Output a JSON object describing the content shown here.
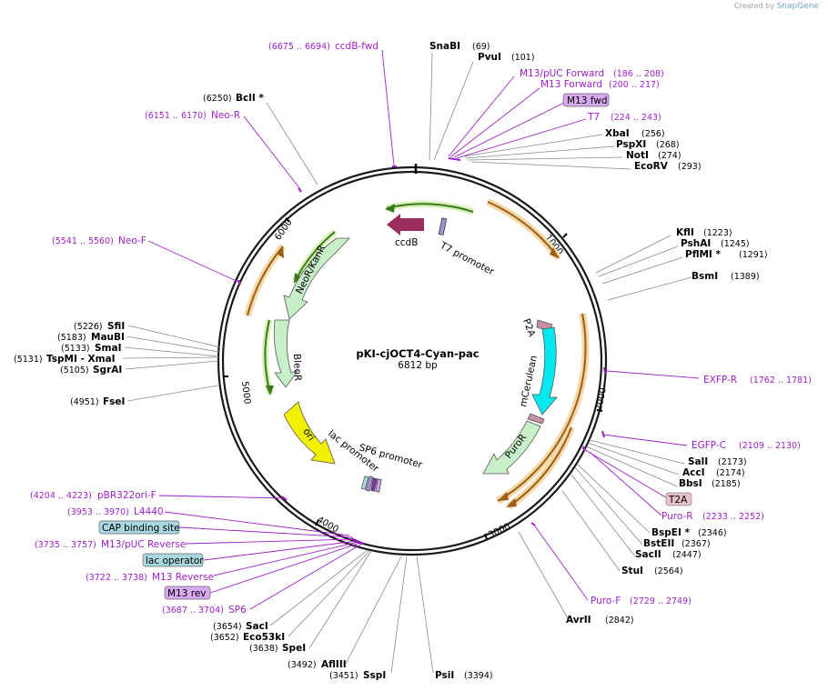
{
  "credit": {
    "prefix": "Created by",
    "brand": "SnapGene"
  },
  "plasmid": {
    "name": "pKI-cjOCT4-Cyan-pac",
    "size_label": "6812 bp",
    "length": 6812
  },
  "ticks": [
    "1000",
    "2000",
    "3000",
    "4000",
    "5000",
    "6000"
  ],
  "sites": [
    {
      "name": "SnaBI",
      "pos": "(69)"
    },
    {
      "name": "PvuI",
      "pos": "(101)"
    },
    {
      "name": "XbaI",
      "pos": "(256)"
    },
    {
      "name": "PspXI",
      "pos": "(268)"
    },
    {
      "name": "NotI",
      "pos": "(274)"
    },
    {
      "name": "EcoRV",
      "pos": "(293)"
    },
    {
      "name": "KflI",
      "pos": "(1223)"
    },
    {
      "name": "PshAI",
      "pos": "(1245)"
    },
    {
      "name": "PflMI *",
      "pos": "(1291)"
    },
    {
      "name": "BsmI",
      "pos": "(1389)"
    },
    {
      "name": "SalI",
      "pos": "(2173)"
    },
    {
      "name": "AccI",
      "pos": "(2174)"
    },
    {
      "name": "BbsI",
      "pos": "(2185)"
    },
    {
      "name": "BspEI *",
      "pos": "(2346)"
    },
    {
      "name": "BstEII",
      "pos": "(2367)"
    },
    {
      "name": "SacII",
      "pos": "(2447)"
    },
    {
      "name": "StuI",
      "pos": "(2564)"
    },
    {
      "name": "AvrII",
      "pos": "(2842)"
    },
    {
      "name": "PsiI",
      "pos": "(3394)"
    },
    {
      "name": "SspI",
      "pos": "(3451)"
    },
    {
      "name": "AflIII",
      "pos": "(3492)"
    },
    {
      "name": "SpeI",
      "pos": "(3638)"
    },
    {
      "name": "Eco53kI",
      "pos": "(3652)"
    },
    {
      "name": "SacI",
      "pos": "(3654)"
    },
    {
      "name": "FseI",
      "pos": "(4951)"
    },
    {
      "name": "SgrAI",
      "pos": "(5105)"
    },
    {
      "name": "TspMI - XmaI",
      "pos": "(5131)"
    },
    {
      "name": "SmaI",
      "pos": "(5133)"
    },
    {
      "name": "MauBI",
      "pos": "(5183)"
    },
    {
      "name": "SfiI",
      "pos": "(5226)"
    },
    {
      "name": "BclI *",
      "pos": "(6250)"
    }
  ],
  "primers": [
    {
      "name": "ccdB-fwd",
      "pos": "(6675 .. 6694)"
    },
    {
      "name": "M13/pUC Forward",
      "pos": "(186 .. 208)"
    },
    {
      "name": "M13 Forward",
      "pos": "(200 .. 217)"
    },
    {
      "name": "T7",
      "pos": "(224 .. 243)"
    },
    {
      "name": "EXFP-R",
      "pos": "(1762 .. 1781)"
    },
    {
      "name": "EGFP-C",
      "pos": "(2109 .. 2130)"
    },
    {
      "name": "Puro-R",
      "pos": "(2233 .. 2252)"
    },
    {
      "name": "Puro-F",
      "pos": "(2729 .. 2749)"
    },
    {
      "name": "SP6",
      "pos": "(3687 .. 3704)"
    },
    {
      "name": "M13 Reverse",
      "pos": "(3722 .. 3738)"
    },
    {
      "name": "M13/pUC Reverse",
      "pos": "(3735 .. 3757)"
    },
    {
      "name": "L4440",
      "pos": "(3953 .. 3970)"
    },
    {
      "name": "pBR322ori-F",
      "pos": "(4204 .. 4223)"
    },
    {
      "name": "Neo-F",
      "pos": "(5541 .. 5560)"
    },
    {
      "name": "Neo-R",
      "pos": "(6151 .. 6170)"
    }
  ],
  "boxes": [
    {
      "name": "M13 fwd",
      "color": "#d8a8f0"
    },
    {
      "name": "T2A",
      "color": "#e8c0c8"
    },
    {
      "name": "CAP binding site",
      "color": "#a8d8e0"
    },
    {
      "name": "lac operator",
      "color": "#a8d8e0"
    },
    {
      "name": "M13 rev",
      "color": "#d8a8f0"
    }
  ],
  "features": [
    {
      "name": "ccdB",
      "color": "#9b2d5f"
    },
    {
      "name": "T7 promoter",
      "color": "#a090d0"
    },
    {
      "name": "P2A",
      "color": "#c890a8"
    },
    {
      "name": "mCerulean",
      "color": "#00e8f0"
    },
    {
      "name": "PuroR",
      "color": "#c8f0c8"
    },
    {
      "name": "NeoR/KanR",
      "color": "#c8f0c8"
    },
    {
      "name": "BleoR",
      "color": "#c8f0c8"
    },
    {
      "name": "ori",
      "color": "#f0f000"
    },
    {
      "name": "lac promoter",
      "color": "#a090d0"
    },
    {
      "name": "SP6 promoter",
      "color": "#a090d0"
    }
  ],
  "colors": {
    "site": "#000000",
    "primer": "#a020c8",
    "orf_inner": "#5a8a2a",
    "orf_outer": "#c07a18",
    "backbone": "#1a1a1a"
  }
}
